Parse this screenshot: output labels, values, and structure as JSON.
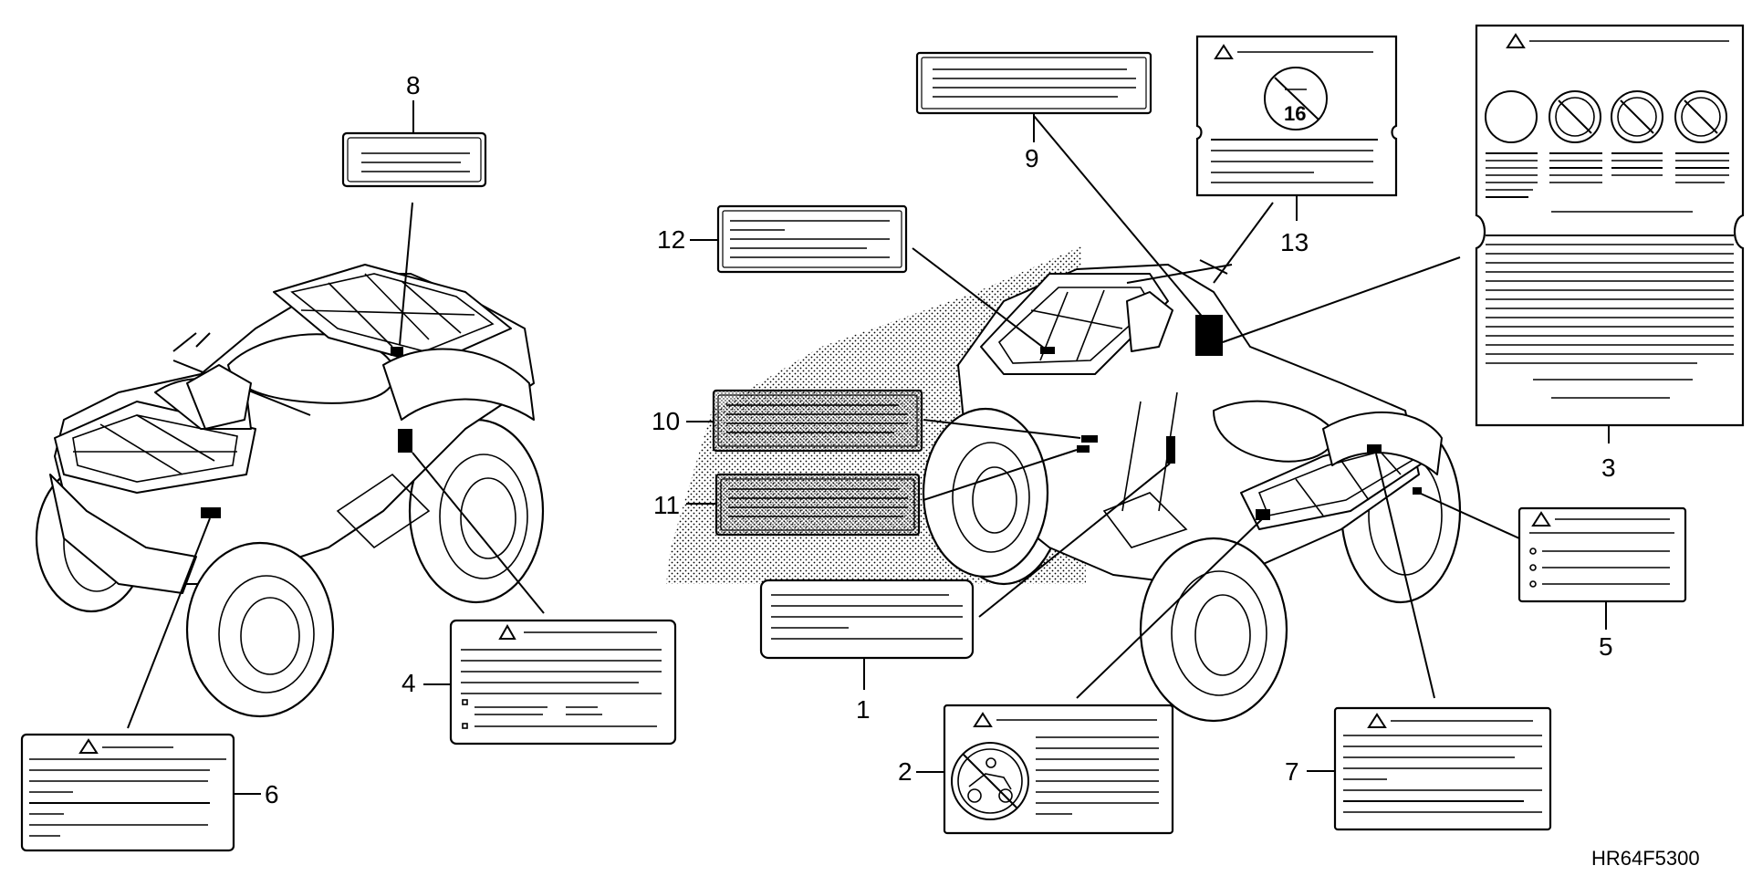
{
  "diagram": {
    "code": "HR64F5300",
    "callouts": [
      {
        "id": "1",
        "label": "1"
      },
      {
        "id": "2",
        "label": "2"
      },
      {
        "id": "3",
        "label": "3"
      },
      {
        "id": "4",
        "label": "4"
      },
      {
        "id": "5",
        "label": "5"
      },
      {
        "id": "6",
        "label": "6"
      },
      {
        "id": "7",
        "label": "7"
      },
      {
        "id": "8",
        "label": "8"
      },
      {
        "id": "9",
        "label": "9"
      },
      {
        "id": "10",
        "label": "10"
      },
      {
        "id": "11",
        "label": "11"
      },
      {
        "id": "12",
        "label": "12"
      },
      {
        "id": "13",
        "label": "13"
      }
    ],
    "symbols": {
      "age_limit": "16"
    },
    "colors": {
      "line": "#000000",
      "background": "#ffffff",
      "dot_pattern": "#000000"
    }
  }
}
